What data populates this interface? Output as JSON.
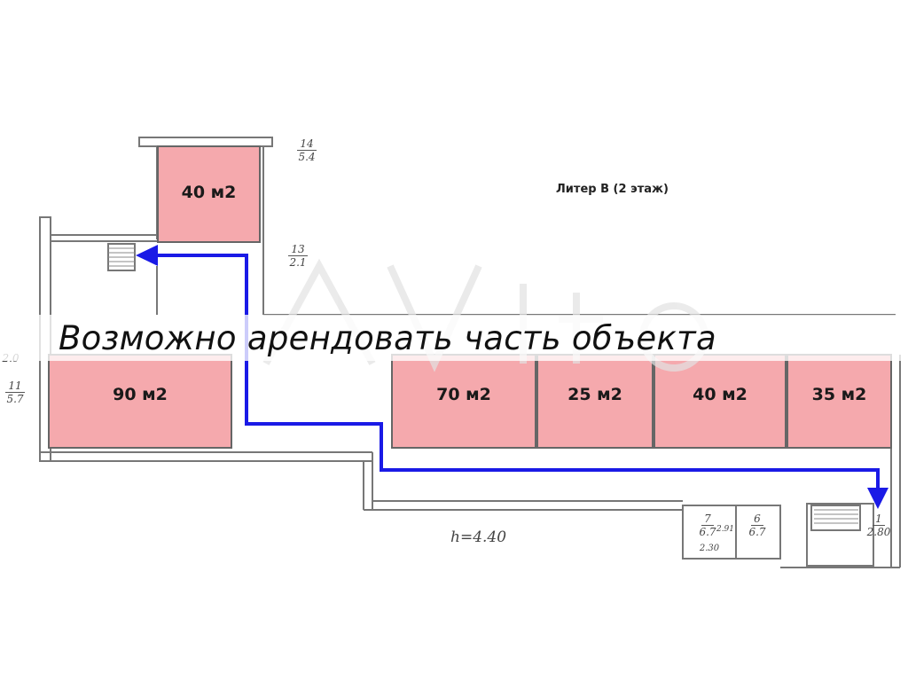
{
  "title": "Литер В (2 этаж)",
  "banner": "Возможно арендовать часть объекта",
  "height_note": "h=4.40",
  "rooms": [
    {
      "area": "40 м2"
    },
    {
      "area": "90 м2"
    },
    {
      "area": "70 м2"
    },
    {
      "area": "25 м2"
    },
    {
      "area": "40 м2"
    },
    {
      "area": "35 м2"
    }
  ],
  "plan_marks": {
    "room14": {
      "number": "14",
      "area": "5.4"
    },
    "room13": {
      "number": "13",
      "area": "2.1"
    },
    "room11": {
      "number": "11",
      "area": "5.7"
    },
    "room12_partial": "2.0",
    "room7": {
      "number": "7",
      "area": "6.7",
      "side": "2.91",
      "bottom": "2.30"
    },
    "room6": {
      "number": "6",
      "area": "6.7"
    },
    "room1": {
      "number": "1",
      "area": "2.80"
    }
  },
  "colors": {
    "rental_fill": "#f5a9ad",
    "route": "#1a1ae6",
    "wall": "#777777"
  }
}
